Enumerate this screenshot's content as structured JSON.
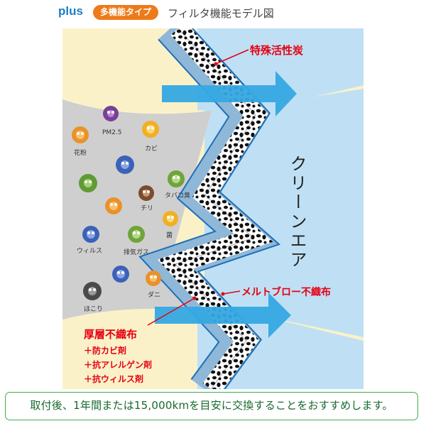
{
  "header": {
    "brand": "plus",
    "badge": "多機能タイプ",
    "title": "フィルタ機能モデル図"
  },
  "diagram": {
    "layers": {
      "activated_carbon": "特殊活性炭",
      "meltblown": "メルトブロー不織布",
      "thick_layer": "厚層不織布",
      "thick_layer_features": [
        "＋防カビ剤",
        "＋抗アレルゲン剤",
        "＋抗ウィルス剤"
      ]
    },
    "clean_air": "クリーンエア",
    "contaminants": [
      "PM2.5",
      "花粉",
      "カビ",
      "タバコ臭",
      "チリ",
      "菌",
      "ウィルス",
      "排気ガス",
      "ダニ",
      "ほこり"
    ],
    "colors": {
      "dirty_air": "#cfcfcf",
      "clean_air": "#bfe0f4",
      "sand": "#fbf1c9",
      "arrow": "#35a8e3",
      "filter_border": "#1e6fb8",
      "label_red": "#e60012"
    }
  },
  "notice": "取付後、1年間または15,000kmを目安に交換することをおすすめします。"
}
